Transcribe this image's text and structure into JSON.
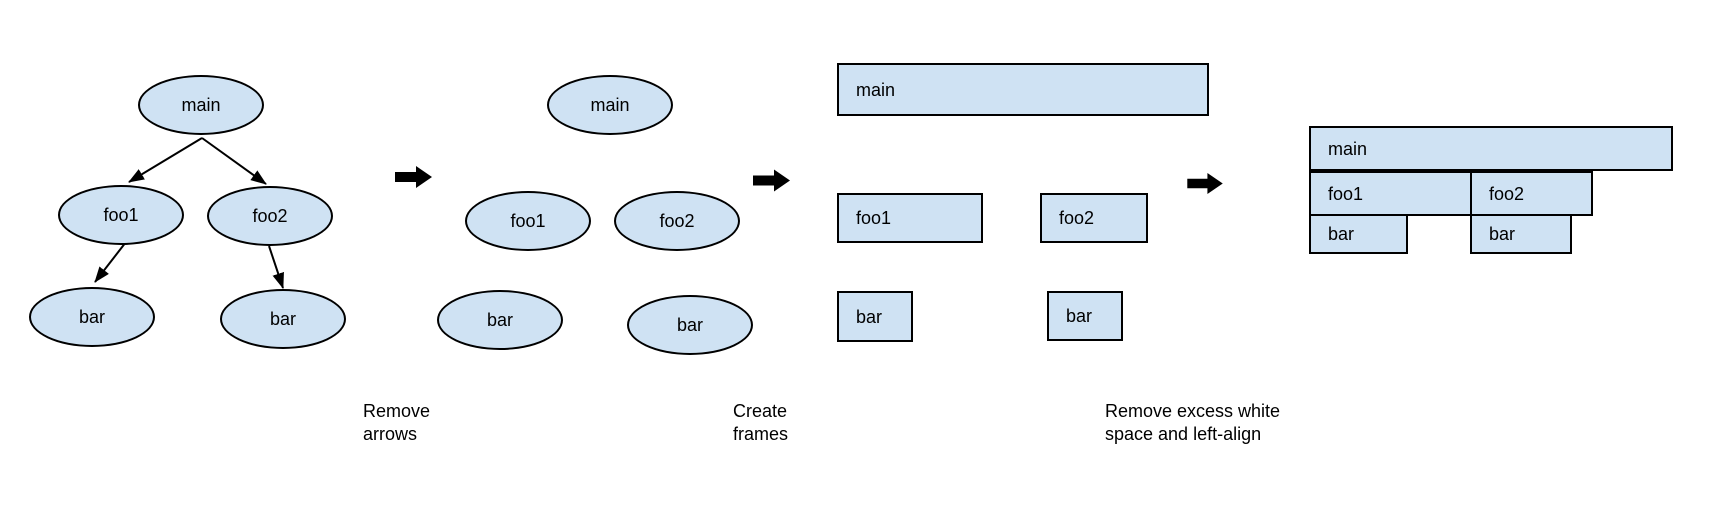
{
  "colors": {
    "canvas_bg": "#ffffff",
    "node_fill": "#cfe2f3",
    "node_stroke": "#000000",
    "edge_color": "#000000",
    "text_color": "#000000"
  },
  "panels": [
    {
      "id": "call-tree-with-arrows",
      "shape": "ellipse",
      "nodes": [
        {
          "label": "main"
        },
        {
          "label": "foo1"
        },
        {
          "label": "foo2"
        },
        {
          "label": "bar"
        },
        {
          "label": "bar"
        }
      ]
    },
    {
      "id": "call-tree-no-arrows",
      "shape": "ellipse",
      "nodes": [
        {
          "label": "main"
        },
        {
          "label": "foo1"
        },
        {
          "label": "foo2"
        },
        {
          "label": "bar"
        },
        {
          "label": "bar"
        }
      ]
    },
    {
      "id": "frames",
      "shape": "rect",
      "nodes": [
        {
          "label": "main"
        },
        {
          "label": "foo1"
        },
        {
          "label": "foo2"
        },
        {
          "label": "bar"
        },
        {
          "label": "bar"
        }
      ]
    },
    {
      "id": "flame-graph",
      "shape": "rect",
      "nodes": [
        {
          "label": "main"
        },
        {
          "label": "foo1"
        },
        {
          "label": "foo2"
        },
        {
          "label": "bar"
        },
        {
          "label": "bar"
        }
      ]
    }
  ],
  "transitions": [
    {
      "label": "Remove\narrows"
    },
    {
      "label": "Create\nframes"
    },
    {
      "label": "Remove excess white\nspace and left-align"
    }
  ]
}
